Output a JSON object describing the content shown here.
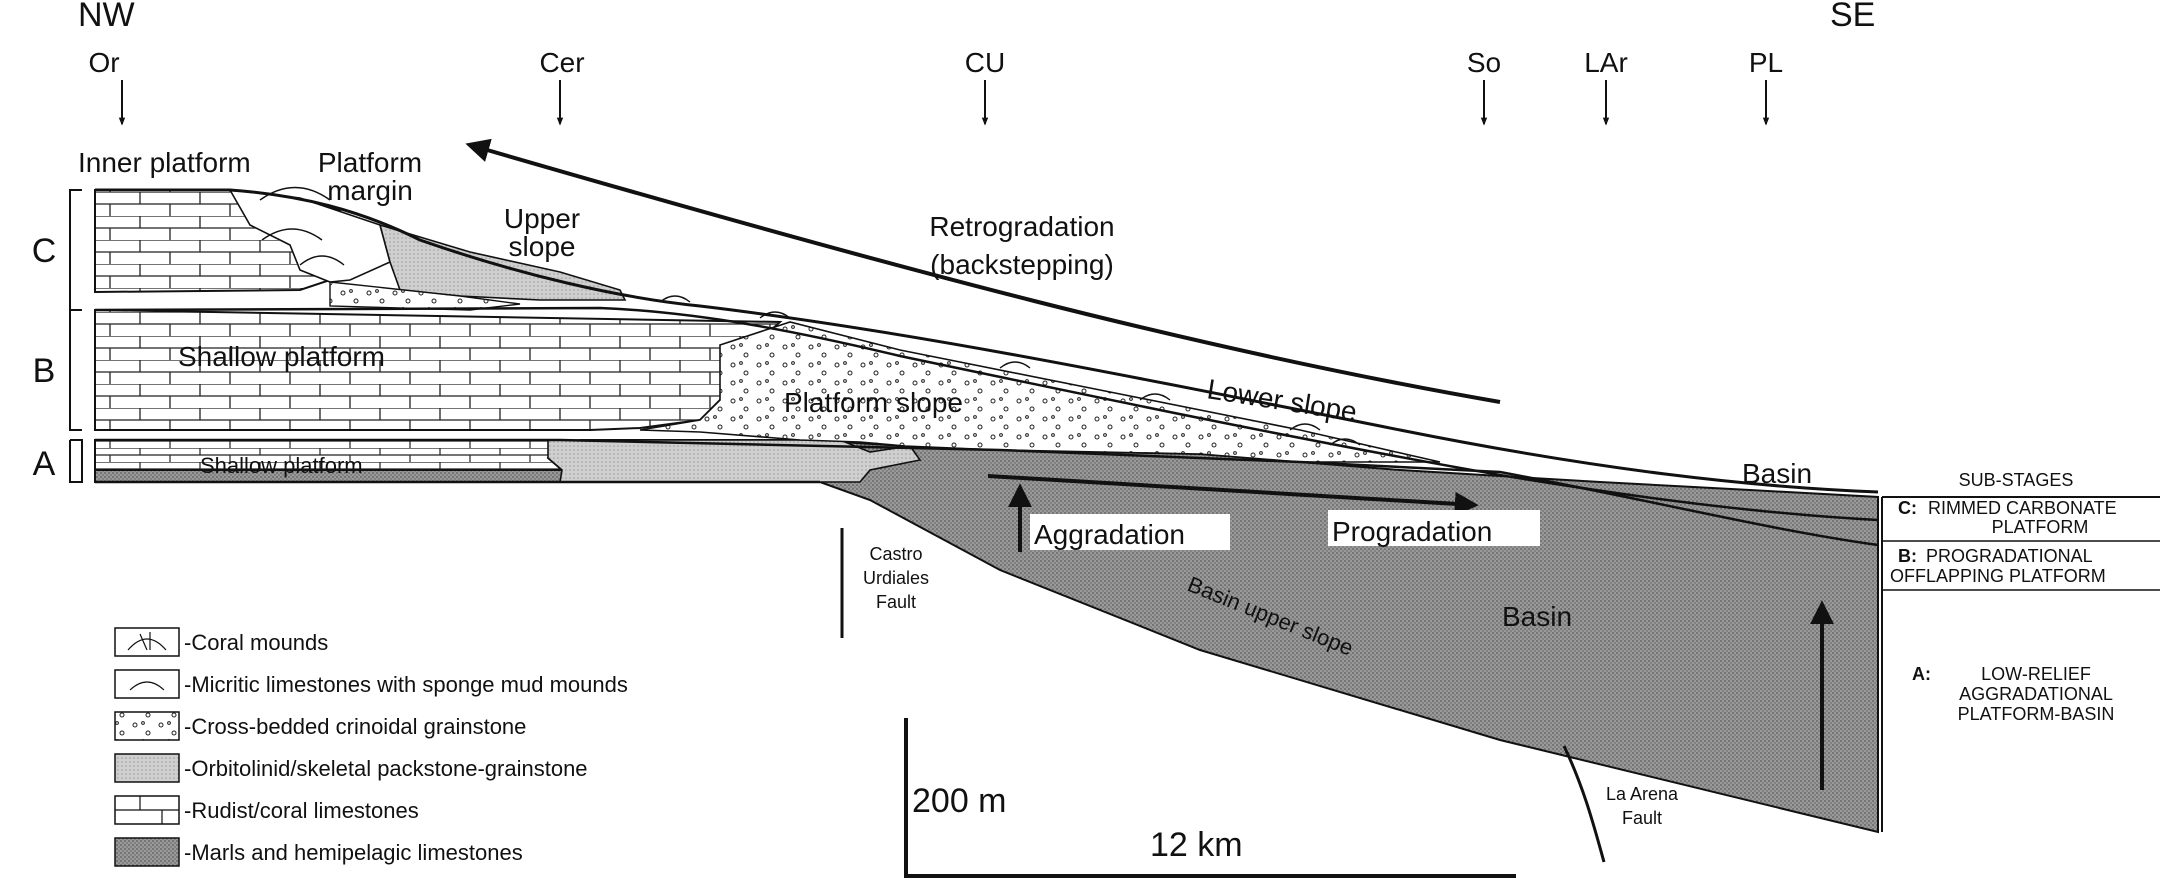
{
  "compass": {
    "left": "NW",
    "right": "SE"
  },
  "localities": [
    "Or",
    "Cer",
    "CU",
    "So",
    "LAr",
    "PL"
  ],
  "sequence_labels": [
    "C",
    "B",
    "A"
  ],
  "facies_labels": {
    "inner_platform": "Inner platform",
    "platform_margin_1": "Platform",
    "platform_margin_2": "margin",
    "upper_slope_1": "Upper",
    "upper_slope_2": "slope",
    "shallow_platform_b": "Shallow platform",
    "shallow_platform_a": "Shallow platform",
    "platform_slope": "Platform slope",
    "lower_slope": "Lower slope",
    "basin_top": "Basin",
    "basin_lower": "Basin",
    "basin_upper_slope": "Basin upper slope"
  },
  "process_labels": {
    "retrogradation_1": "Retrogradation",
    "retrogradation_2": "(backstepping)",
    "aggradation": "Aggradation",
    "progradation": "Progradation"
  },
  "faults": {
    "castro_1": "Castro",
    "castro_2": "Urdiales",
    "castro_3": "Fault",
    "arena_1": "La Arena",
    "arena_2": "Fault"
  },
  "scale": {
    "vertical": "200 m",
    "horizontal": "12 km"
  },
  "substages": {
    "title": "SUB-STAGES",
    "c_code": "C:",
    "c_line1": "RIMMED CARBONATE",
    "c_line2": "PLATFORM",
    "b_code": "B:",
    "b_line1": "PROGRADATIONAL",
    "b_line2": "OFFLAPPING PLATFORM",
    "a_code": "A:",
    "a_line1": "LOW-RELIEF",
    "a_line2": "AGGRADATIONAL",
    "a_line3": "PLATFORM-BASIN"
  },
  "legend": [
    "-Coral mounds",
    "-Micritic limestones with sponge mud mounds",
    "-Cross-bedded crinoidal grainstone",
    "-Orbitolinid/skeletal packstone-grainstone",
    "-Rudist/coral limestones",
    "-Marls and hemipelagic limestones"
  ]
}
